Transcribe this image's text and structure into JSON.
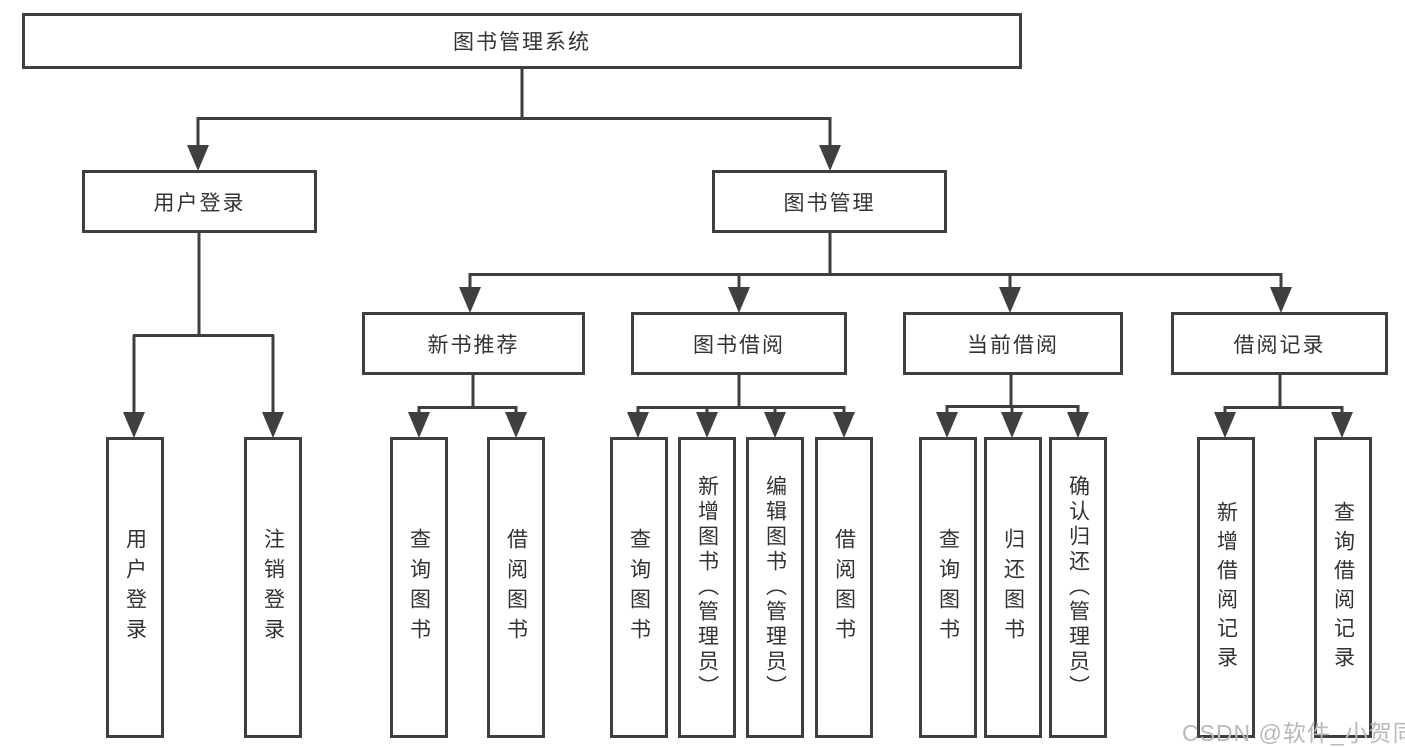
{
  "diagram": {
    "root": {
      "label": "图书管理系统"
    },
    "level2": [
      {
        "label": "用户登录"
      },
      {
        "label": "图书管理"
      }
    ],
    "level3": [
      {
        "label": "新书推荐"
      },
      {
        "label": "图书借阅"
      },
      {
        "label": "当前借阅"
      },
      {
        "label": "借阅记录"
      }
    ],
    "level4": [
      {
        "label": "用户登录"
      },
      {
        "label": "注销登录"
      },
      {
        "label": "查询图书"
      },
      {
        "label": "借阅图书"
      },
      {
        "label": "查询图书"
      },
      {
        "label": "新增图书（管理员）"
      },
      {
        "label": "编辑图书（管理员）"
      },
      {
        "label": "借阅图书"
      },
      {
        "label": "查询图书"
      },
      {
        "label": "归还图书"
      },
      {
        "label": "确认归还（管理员）"
      },
      {
        "label": "新增借阅记录"
      },
      {
        "label": "查询借阅记录"
      }
    ],
    "watermark": "CSDN @软件_小贺同学",
    "colors": {
      "line": "#3f3f3f",
      "text": "#333333",
      "watermark": "#b9b9b9",
      "background": "#ffffff"
    }
  }
}
